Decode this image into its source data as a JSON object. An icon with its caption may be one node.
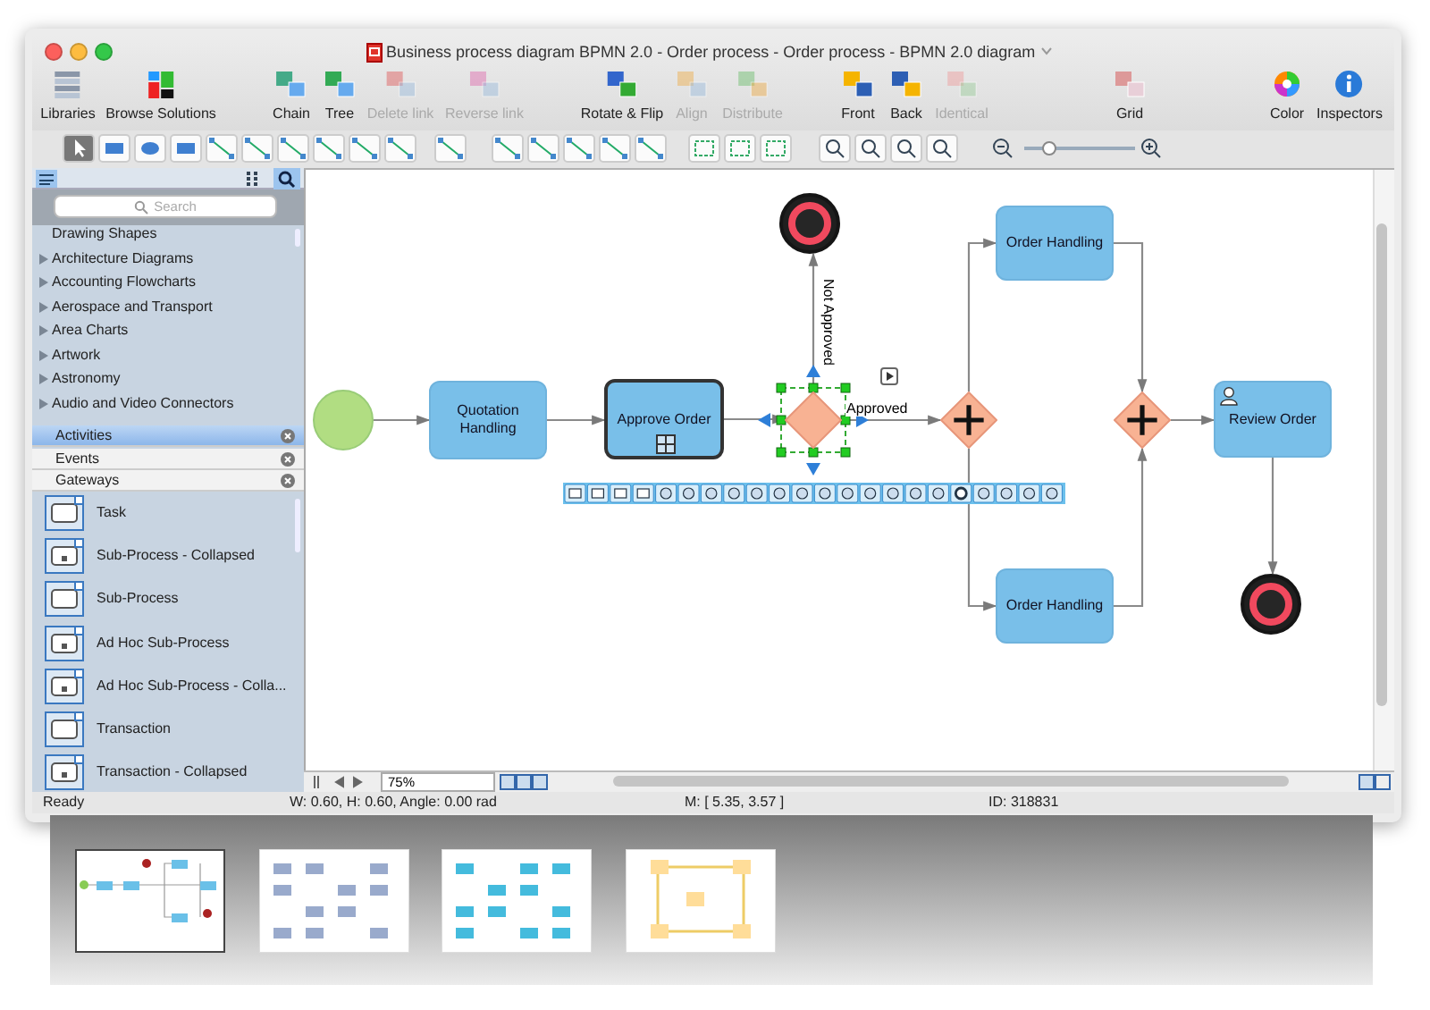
{
  "diagram": {
    "title": "Business process diagram BPMN 2.0 - Order process - Order process - BPMN 2.0 diagram",
    "nodes": [
      {
        "text": [],
        "shape": "circle"
      },
      {
        "text": [
          "Quotation Handling"
        ]
      },
      {
        "text": [
          "Approve Order"
        ]
      },
      {
        "text": [],
        "shape": "diamond"
      },
      {
        "text": [],
        "shape": "circle"
      },
      {
        "text": [],
        "shape": "diamond"
      },
      {
        "text": [
          "Order Handling"
        ]
      },
      {
        "text": [
          "Order Handling"
        ]
      },
      {
        "text": [],
        "shape": "diamond"
      },
      {
        "text": [
          "Review Order"
        ]
      },
      {
        "text": [],
        "shape": "circle"
      }
    ],
    "edges": [
      {
        "from": 0,
        "to": 1,
        "arrow": "to"
      },
      {
        "from": 1,
        "to": 2,
        "arrow": "to"
      },
      {
        "from": 2,
        "to": 3,
        "arrow": "to"
      },
      {
        "from": 3,
        "to": 4,
        "arrow": "to",
        "label": "Not Approved"
      },
      {
        "from": 3,
        "to": 5,
        "arrow": "to",
        "label": "Approved"
      },
      {
        "from": 5,
        "to": 6,
        "arrow": "to"
      },
      {
        "from": 5,
        "to": 7,
        "arrow": "to"
      },
      {
        "from": 6,
        "to": 8,
        "arrow": "to"
      },
      {
        "from": 7,
        "to": 8,
        "arrow": "to"
      },
      {
        "from": 8,
        "to": 9,
        "arrow": "to"
      },
      {
        "from": 9,
        "to": 10,
        "arrow": "to"
      }
    ],
    "labels": [
      "Libraries",
      "Browse Solutions",
      "Chain",
      "Tree",
      "Delete link",
      "Reverse link",
      "Rotate & Flip",
      "Align",
      "Distribute",
      "Front",
      "Back",
      "Identical",
      "Grid",
      "Color",
      "Inspectors",
      "Search",
      "Drawing Shapes",
      "Architecture Diagrams",
      "Accounting Flowcharts",
      "Aerospace and Transport",
      "Area Charts",
      "Artwork",
      "Astronomy",
      "Audio and Video Connectors",
      "Activities",
      "Events",
      "Gateways",
      "Task",
      "Sub-Process - Collapsed",
      "Sub-Process",
      "Ad Hoc Sub-Process",
      "Ad Hoc Sub-Process - Colla...",
      "Transaction",
      "Transaction - Collapsed",
      "75%",
      "Ready",
      "W: 0.60,  H: 0.60,  Angle: 0.00 rad",
      "M: [ 5.35, 3.57 ]",
      "ID: 318831"
    ]
  }
}
